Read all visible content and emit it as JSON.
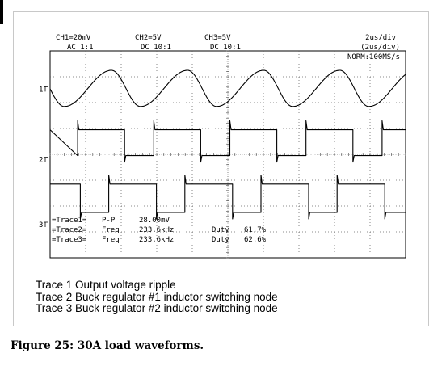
{
  "chart_data": {
    "type": "line",
    "title": "",
    "header": {
      "ch1": {
        "label": "CH1=20mV",
        "coupling": "AC",
        "probe": "1:1"
      },
      "ch2": {
        "label": "CH2=5V",
        "coupling": "DC",
        "probe": "10:1"
      },
      "ch3": {
        "label": "CH3=5V",
        "coupling": "DC",
        "probe": "10:1"
      },
      "timebase": "2us/div",
      "timebase_sub": "(2us/div)",
      "acquisition": "NORM:100MS/s"
    },
    "channel_markers": [
      "1",
      "2",
      "3"
    ],
    "grid": true,
    "divisions": {
      "x": 10,
      "y": 8
    },
    "x_range_us": [
      0,
      20
    ],
    "series": [
      {
        "name": "Trace1",
        "kind": "ripple",
        "period_us": 4.282,
        "phase_us": 0.8,
        "peak_to_peak_mV": 28.0,
        "level_div": 6.55
      },
      {
        "name": "Trace2",
        "kind": "square",
        "period_us": 4.282,
        "rise_us": 1.55,
        "duty_pct": 61.7,
        "low_div": 3.95,
        "high_div": 4.95
      },
      {
        "name": "Trace3",
        "kind": "square",
        "period_us": 4.282,
        "rise_us": 3.3,
        "duty_pct": 62.6,
        "low_div": 1.75,
        "high_div": 2.85
      }
    ],
    "measurements": [
      {
        "label": "=Trace1=",
        "type": "P-P",
        "value": "28.00mV",
        "duty_label": "",
        "duty_value": ""
      },
      {
        "label": "=Trace2=",
        "type": "Freq",
        "value": "233.6kHz",
        "duty_label": "Duty",
        "duty_value": "61.7%"
      },
      {
        "label": "=Trace3=",
        "type": "Freq",
        "value": "233.6kHz",
        "duty_label": "Duty",
        "duty_value": "62.6%"
      }
    ]
  },
  "legend": [
    "Trace 1 Output voltage ripple",
    "Trace 2 Buck regulator #1 inductor switching node",
    "Trace 3 Buck regulator #2 inductor switching node"
  ],
  "caption": "Figure 25: 30A load waveforms."
}
